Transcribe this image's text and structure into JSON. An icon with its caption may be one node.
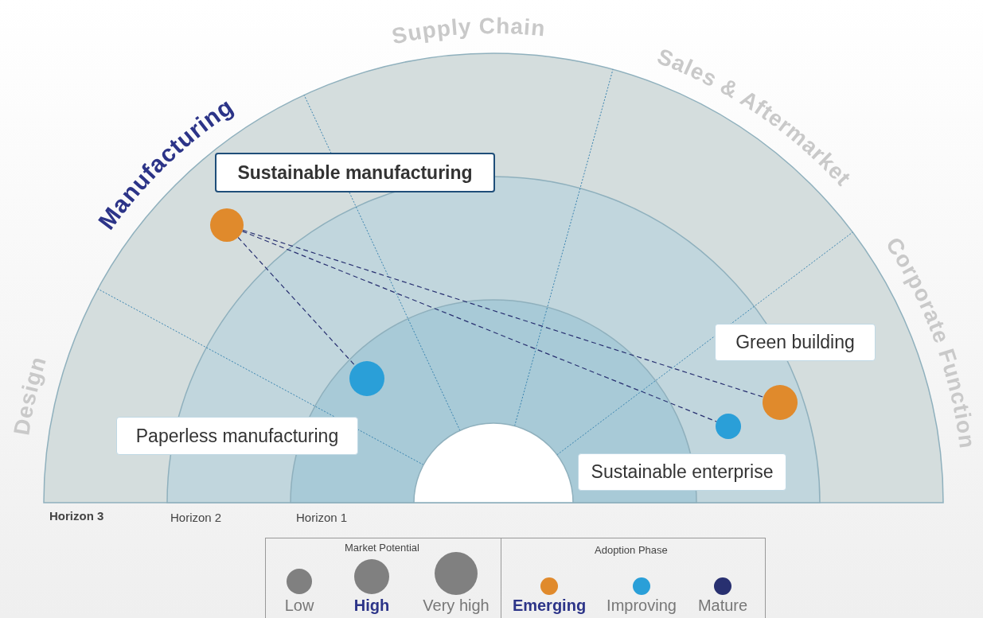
{
  "diagram": {
    "nodes": [
      {
        "text": [
          "Sustainable manufacturing"
        ]
      },
      {
        "text": [],
        "shape": "circle"
      },
      {
        "text": [
          "Green building"
        ]
      },
      {
        "text": [],
        "shape": "circle"
      },
      {
        "text": [],
        "shape": "circle"
      },
      {
        "text": [],
        "shape": "circle"
      },
      {
        "text": [
          "Paperless manufacturing"
        ]
      },
      {
        "text": [
          "Sustainable enterprise"
        ]
      },
      {
        "text": [],
        "shape": "circle"
      }
    ],
    "edges": [
      {
        "from": 1,
        "to": 3,
        "arrow": "none",
        "style": "dashed"
      },
      {
        "from": 1,
        "to": 5,
        "arrow": "none",
        "style": "dashed"
      },
      {
        "from": 1,
        "to": 4,
        "arrow": "none",
        "style": "dashed"
      }
    ],
    "labels": [
      "Supply Chain",
      "Manufacturing",
      "Sales & Aftermarket",
      "Design",
      "Corporate Function",
      "Horizon 3",
      "Horizon 2",
      "Horizon 1",
      "Market Potential",
      "Adoption Phase"
    ],
    "legend": [
      {
        "text": "Low"
      },
      {
        "text": "High"
      },
      {
        "text": "Very high"
      },
      {
        "text": "Emerging",
        "color": "#e08a2c"
      },
      {
        "text": "Improving",
        "color": "#2a9fd8"
      },
      {
        "text": "Mature",
        "color": "#283070"
      }
    ]
  }
}
